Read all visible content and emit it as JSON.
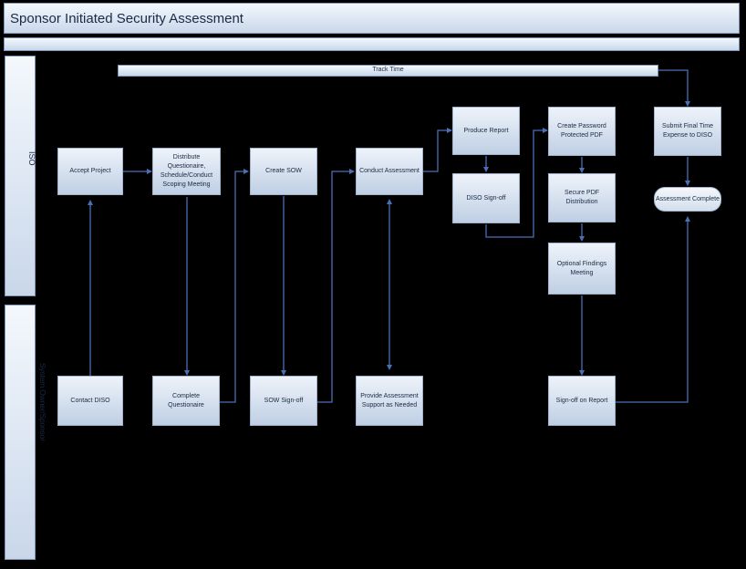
{
  "title": "Sponsor Initiated Security Assessment",
  "lanes": {
    "top": "ISO",
    "bottom": "System Owner/Sponsor"
  },
  "track_bar": "Track Time",
  "nodes": {
    "accept_project": "Accept Project",
    "distribute": "Distribute Questionaire, Schedule/Conduct Scoping Meeting",
    "create_sow": "Create SOW",
    "conduct_assessment": "Conduct Assessment",
    "produce_report": "Produce Report",
    "diso_signoff": "DISO Sign-off",
    "create_password_pdf": "Create Password Protected PDF",
    "secure_pdf": "Secure PDF Distribution",
    "optional_findings": "Optional Findings Meeting",
    "submit_final_time": "Submit Final Time Expense to DISO",
    "assessment_complete": "Assessment Complete",
    "contact_diso": "Contact DISO",
    "complete_questionaire": "Complete Questionaire",
    "sow_signoff": "SOW Sign-off",
    "provide_assessment": "Provide Assessment Support as Needed",
    "signoff_report": "Sign-off on Report"
  },
  "colors": {
    "background": "#000000",
    "box_top": "#eef3fa",
    "box_bottom": "#bfcfe4",
    "connector": "#4a6fb5"
  }
}
